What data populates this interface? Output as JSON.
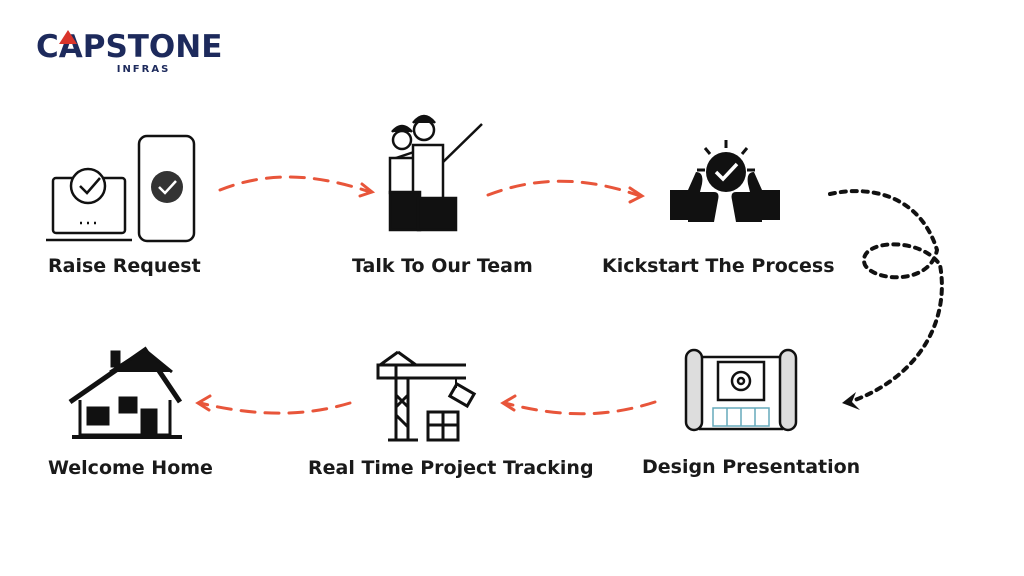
{
  "logo": {
    "name": "CAPSTONE",
    "sub": "INFRAS"
  },
  "steps": [
    {
      "label": "Raise Request",
      "icon": "laptop-phone-check-icon"
    },
    {
      "label": "Talk To Our Team",
      "icon": "engineers-icon"
    },
    {
      "label": "Kickstart The Process",
      "icon": "thumbs-up-check-icon"
    },
    {
      "label": "Design Presentation",
      "icon": "blueprint-icon"
    },
    {
      "label": "Real Time Project Tracking",
      "icon": "crane-icon"
    },
    {
      "label": "Welcome Home",
      "icon": "house-icon"
    }
  ],
  "colors": {
    "brand": "#1d2a5c",
    "accent": "#d9342b",
    "arrow": "#e8553a",
    "ink": "#111111"
  }
}
